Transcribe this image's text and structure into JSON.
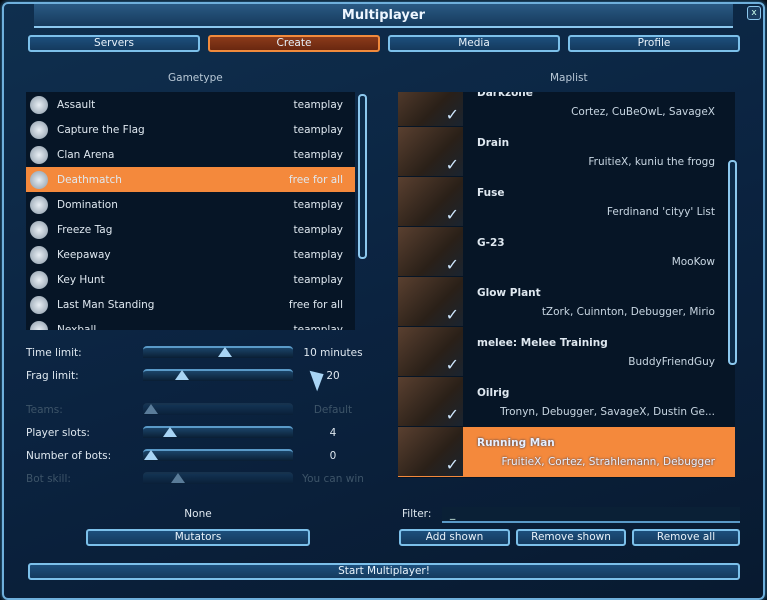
{
  "window": {
    "title": "Multiplayer",
    "close_label": "x"
  },
  "tabs": [
    {
      "label": "Servers"
    },
    {
      "label": "Create",
      "active": true
    },
    {
      "label": "Media"
    },
    {
      "label": "Profile"
    }
  ],
  "gametype": {
    "header": "Gametype",
    "items": [
      {
        "name": "Assault",
        "type": "teamplay"
      },
      {
        "name": "Capture the Flag",
        "type": "teamplay"
      },
      {
        "name": "Clan Arena",
        "type": "teamplay"
      },
      {
        "name": "Deathmatch",
        "type": "free for all",
        "selected": true
      },
      {
        "name": "Domination",
        "type": "teamplay"
      },
      {
        "name": "Freeze Tag",
        "type": "teamplay"
      },
      {
        "name": "Keepaway",
        "type": "teamplay"
      },
      {
        "name": "Key Hunt",
        "type": "teamplay"
      },
      {
        "name": "Last Man Standing",
        "type": "free for all"
      },
      {
        "name": "Nexball",
        "type": "teamplay"
      }
    ]
  },
  "settings": [
    {
      "label": "Time limit:",
      "value": "10 minutes",
      "fraction": 0.55,
      "enabled": true
    },
    {
      "label": "Frag limit:",
      "value": "20",
      "fraction": 0.23,
      "enabled": true
    },
    {
      "label": "Teams:",
      "value": "Default",
      "fraction": 0,
      "enabled": false
    },
    {
      "label": "Player slots:",
      "value": "4",
      "fraction": 0.14,
      "enabled": true
    },
    {
      "label": "Number of bots:",
      "value": "0",
      "fraction": 0.0,
      "enabled": true
    },
    {
      "label": "Bot skill:",
      "value": "You can win",
      "fraction": 0.2,
      "enabled": false
    }
  ],
  "mutators": {
    "current": "None",
    "button": "Mutators"
  },
  "maplist": {
    "header": "Maplist",
    "items": [
      {
        "name": "Darkzone",
        "authors": "Cortez, CuBeOwL, SavageX"
      },
      {
        "name": "Drain",
        "authors": "FruitieX, kuniu the frogg"
      },
      {
        "name": "Fuse",
        "authors": "Ferdinand 'cityy' List"
      },
      {
        "name": "G-23",
        "authors": "MooKow"
      },
      {
        "name": "Glow Plant",
        "authors": "tZork, Cuinnton, Debugger, Mirio"
      },
      {
        "name": "melee: Melee Training",
        "authors": "BuddyFriendGuy"
      },
      {
        "name": "Oilrig",
        "authors": "Tronyn, Debugger, SavageX, Dustin Ge..."
      },
      {
        "name": "Running Man",
        "authors": "FruitieX, Cortez, Strahlemann, Debugger",
        "selected": true
      }
    ]
  },
  "filter": {
    "label": "Filter:",
    "value": "_"
  },
  "buttons": {
    "add_shown": "Add shown",
    "remove_shown": "Remove shown",
    "remove_all": "Remove all",
    "start": "Start Multiplayer!"
  },
  "colors": {
    "accent": "#f4893c",
    "border": "#7cc0ea"
  }
}
